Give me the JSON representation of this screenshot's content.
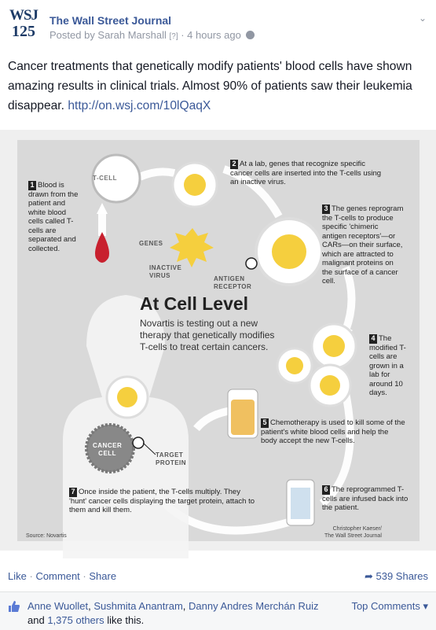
{
  "post": {
    "logo_line1": "WSJ",
    "logo_line2": "125",
    "page_name": "The Wall Street Journal",
    "posted_by": "Posted by Sarah Marshall",
    "help": "[?]",
    "time": "· 4 hours ago",
    "text": "Cancer treatments that genetically modify patients' blood cells have shown amazing results in clinical trials. Almost 90% of patients saw their leukemia disappear.",
    "link": "http://on.wsj.com/10lQaqX"
  },
  "infographic": {
    "title": "At Cell Level",
    "subtitle": "Novartis is testing out a new therapy that genetically modifies T-cells to treat certain cancers.",
    "tcell_label": "T-CELL",
    "genes_label": "GENES",
    "inactive_virus_label": "INACTIVE\nVIRUS",
    "antigen_receptor_label": "ANTIGEN\nRECEPTOR",
    "cancer_cell_label": "CANCER\nCELL",
    "target_protein_label": "TARGET\nPROTEIN",
    "steps": [
      {
        "n": "1",
        "text": "Blood is drawn from the patient and white blood cells called T-cells are separated and collected."
      },
      {
        "n": "2",
        "text": "At a lab, genes that recognize specific cancer cells are inserted into the T-cells using an inactive virus."
      },
      {
        "n": "3",
        "text": "The genes reprogram the T-cells to produce specific 'chimeric antigen receptors'—or CARs—on their surface, which are attracted to malignant proteins on the surface of a cancer cell."
      },
      {
        "n": "4",
        "text": "The modified T-cells are grown in a lab for around 10 days."
      },
      {
        "n": "5",
        "text": "Chemotherapy is used to kill some of the patient's white blood cells and help the body accept the new T-cells."
      },
      {
        "n": "6",
        "text": "The reprogrammed T-cells are infused back into the patient."
      },
      {
        "n": "7",
        "text": "Once inside the patient, the T-cells multiply. They 'hunt' cancer cells displaying the target protein, attach to them and kill them."
      }
    ],
    "source": "Source: Novartis",
    "credit_line1": "Christopher Kaeser/",
    "credit_line2": "The Wall Street Journal"
  },
  "actions": {
    "like": "Like",
    "comment": "Comment",
    "share": "Share",
    "shares_count": "539 Shares"
  },
  "likes": {
    "names": [
      "Anne Wuollet",
      "Sushmita Anantram",
      "Danny Andres Merchán Ruiz"
    ],
    "and": "and",
    "others": "1,375 others",
    "suffix": "like this.",
    "top_comments": "Top Comments ▾"
  }
}
